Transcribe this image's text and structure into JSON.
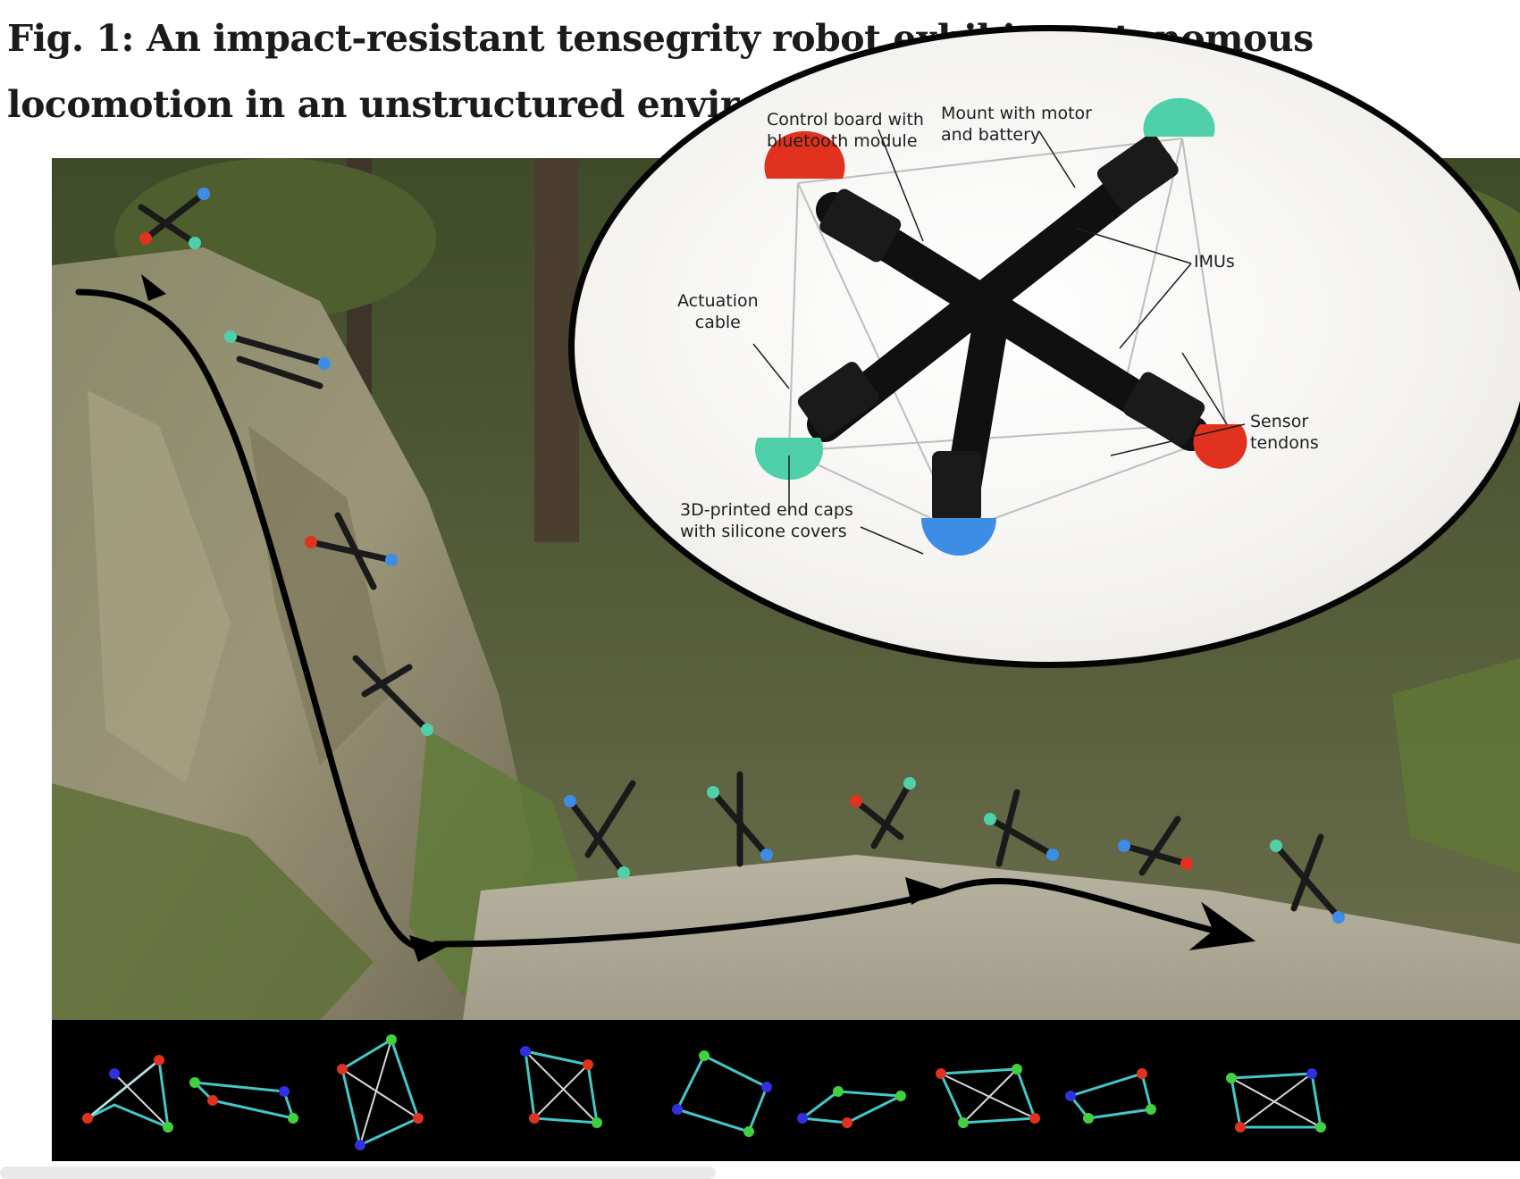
{
  "figure": {
    "title": "Fig. 1: An impact-resistant tensegrity robot exhibits autonomous locomotion in an unstructured environment.",
    "inset_labels": {
      "control_board": "Control board with\nbluetooth module",
      "mount": "Mount with motor\nand battery",
      "imus": "IMUs",
      "actuation_cable": "Actuation\ncable",
      "sensor_tendons": "Sensor\ntendons",
      "end_caps": "3D-printed end caps\nwith silicone covers"
    }
  },
  "colors": {
    "cap_red": "#e0321f",
    "cap_green": "#4fd0a8",
    "cap_blue": "#3d8de6",
    "strut_black": "#121212",
    "strip_edge": "#45c7c7"
  }
}
